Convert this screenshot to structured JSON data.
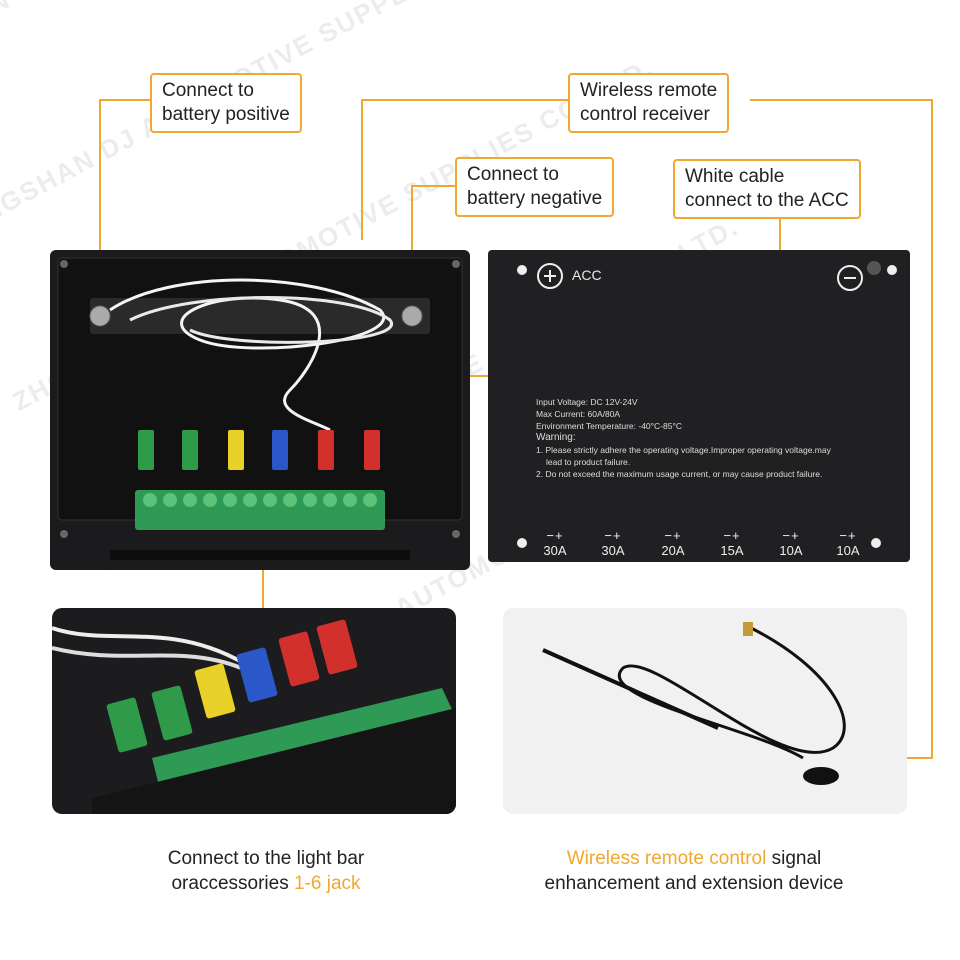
{
  "watermark_text": "ZHONGSHAN DJ AUTOMOTIVE SUPPLIES CO. LTD.",
  "colors": {
    "accent": "#f0a830",
    "device": "#1b1b1d",
    "fuse_green": "#2e9a4a",
    "fuse_yellow": "#e8d22a",
    "fuse_blue": "#2b58c8",
    "fuse_red": "#d2302c"
  },
  "callouts": {
    "battery_positive": [
      "Connect to",
      "battery positive"
    ],
    "remote_receiver": [
      "Wireless remote",
      "control receiver"
    ],
    "battery_negative": [
      "Connect to",
      "battery negative"
    ],
    "white_cable": [
      "White cable",
      "connect to the ACC"
    ]
  },
  "lid": {
    "plus_acc": "ACC",
    "input_voltage": "Input Voltage: DC 12V-24V",
    "max_current": "Max Current: 60A/80A",
    "env_temp": "Environment Temperature: -40°C-85°C",
    "warning_title": "Warning:",
    "warning_1a": "1. Please strictly adhere the operating voltage.Improper operating voltage.may",
    "warning_1b": "lead to product failure.",
    "warning_2": "2. Do not exceed the maximum usage current, or may cause product failure.",
    "channel_sign": "−+",
    "amps": [
      "30A",
      "30A",
      "20A",
      "15A",
      "10A",
      "10A"
    ]
  },
  "captions": {
    "left_line1": "Connect to the light bar",
    "left_line2_pre": "oraccessories ",
    "left_line2_hl": "1-6 jack",
    "right_line1_hl": "Wireless remote control",
    "right_line1_post": " signal",
    "right_line2": "enhancement and extension device"
  }
}
